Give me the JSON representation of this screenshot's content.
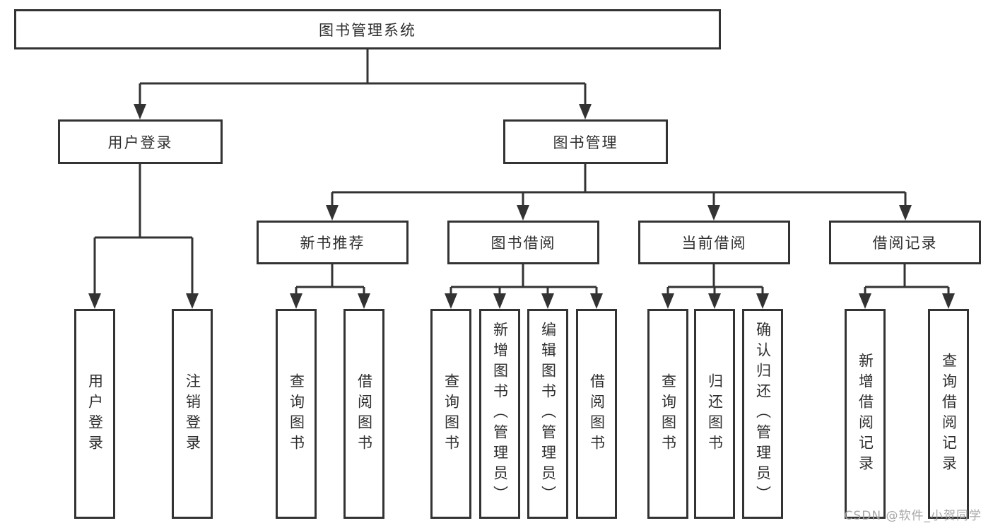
{
  "diagram": {
    "title": "图书管理系统",
    "root": "图书管理系统",
    "login_branch": {
      "label": "用户登录",
      "leaves": [
        "用户登录",
        "注销登录"
      ]
    },
    "management_branch": {
      "label": "图书管理",
      "groups": [
        {
          "label": "新书推荐",
          "leaves": [
            "查询图书",
            "借阅图书"
          ]
        },
        {
          "label": "图书借阅",
          "leaves": [
            "查询图书",
            "新增图书（管理员）",
            "编辑图书（管理员）",
            "借阅图书"
          ]
        },
        {
          "label": "当前借阅",
          "leaves": [
            "查询图书",
            "归还图书",
            "确认归还（管理员）"
          ]
        },
        {
          "label": "借阅记录",
          "leaves": [
            "新增借阅记录",
            "查询借阅记录"
          ]
        }
      ]
    }
  },
  "watermark": "CSDN @软件_小贺同学",
  "colors": {
    "line": "#333333",
    "box_border": "#333333",
    "text": "#2f2f2f",
    "background": "#ffffff",
    "watermark": "#a3a3a3"
  }
}
